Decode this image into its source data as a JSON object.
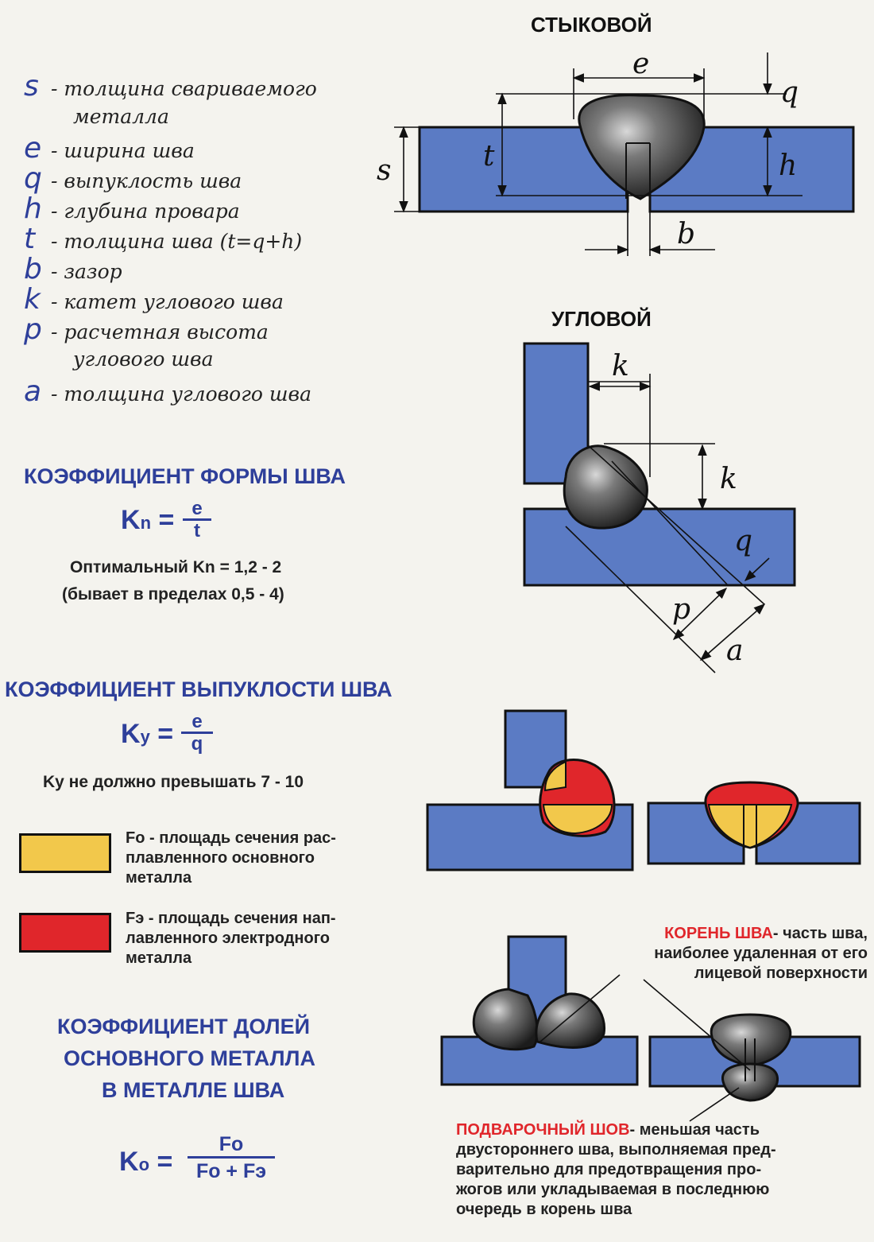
{
  "legend": [
    {
      "symbol": "s",
      "text": "- толщина свариваемого",
      "cont": "металла"
    },
    {
      "symbol": "e",
      "text": "- ширина шва"
    },
    {
      "symbol": "q",
      "text": "- выпуклость шва"
    },
    {
      "symbol": "h",
      "text": "- глубина провара"
    },
    {
      "symbol": "t",
      "text": "- толщина шва (t=q+h)"
    },
    {
      "symbol": "b",
      "text": "- зазор"
    },
    {
      "symbol": "k",
      "text": "- катет углового шва"
    },
    {
      "symbol": "p",
      "text": "- расчетная высота",
      "cont": "углового шва"
    },
    {
      "symbol": "a",
      "text": "- толщина углового шва"
    }
  ],
  "form_coef": {
    "heading": "КОЭФФИЦИЕНТ ФОРМЫ ШВА",
    "lhs": "Kn",
    "lhs_main": "K",
    "lhs_sub": "n",
    "num": "e",
    "den": "t",
    "note1": "Оптимальный  Kn = 1,2 - 2",
    "note2": "(бывает в пределах 0,5 - 4)"
  },
  "conv_coef": {
    "heading": "КОЭФФИЦИЕНТ ВЫПУКЛОСТИ ШВА",
    "lhs_main": "K",
    "lhs_sub": "y",
    "num": "e",
    "den": "q",
    "note": "Ky не должно превышать 7 - 10"
  },
  "areas": {
    "fo": {
      "color": "#f2c84b",
      "text": "Fo - площадь сечения рас-\nплавленного основного\nметалла"
    },
    "fe": {
      "color": "#e0262b",
      "text": "Fэ - площадь сечения нап-\nлавленного электродного\nметалла"
    }
  },
  "share_coef": {
    "heading_lines": [
      "КОЭФФИЦИЕНТ ДОЛЕЙ",
      "ОСНОВНОГО МЕТАЛЛА",
      "В МЕТАЛЛЕ ШВА"
    ],
    "lhs_main": "K",
    "lhs_sub": "o",
    "num": "Fo",
    "den": "Fo + Fэ"
  },
  "butt": {
    "title": "СТЫКОВОЙ",
    "labels": {
      "e": "e",
      "q": "q",
      "s": "s",
      "t": "t",
      "h": "h",
      "b": "b"
    }
  },
  "fillet": {
    "title": "УГЛОВОЙ",
    "labels": {
      "k1": "k",
      "k2": "k",
      "q": "q",
      "p": "p",
      "a": "a"
    }
  },
  "root": {
    "title": "КОРЕНЬ ШВА",
    "text": "- часть шва,\nнаиболее удаленная от его\nлицевой поверхности"
  },
  "backing": {
    "title": "ПОДВАРОЧНЫЙ ШОВ",
    "text": "- меньшая часть\nдвустороннего шва, выполняемая пред-\nварительно для предотвращения про-\nжогов или укладываемая в последнюю\nочередь в корень шва"
  },
  "colors": {
    "plate": "#5b7bc4",
    "bead": "#4a4a4a",
    "fused": "#f2c84b",
    "deposit": "#e0262b",
    "accent": "#2e3f9a"
  }
}
